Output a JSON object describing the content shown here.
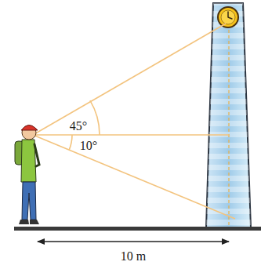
{
  "diagram": {
    "labels": [
      "45°",
      "10°",
      "10 m"
    ]
  }
}
